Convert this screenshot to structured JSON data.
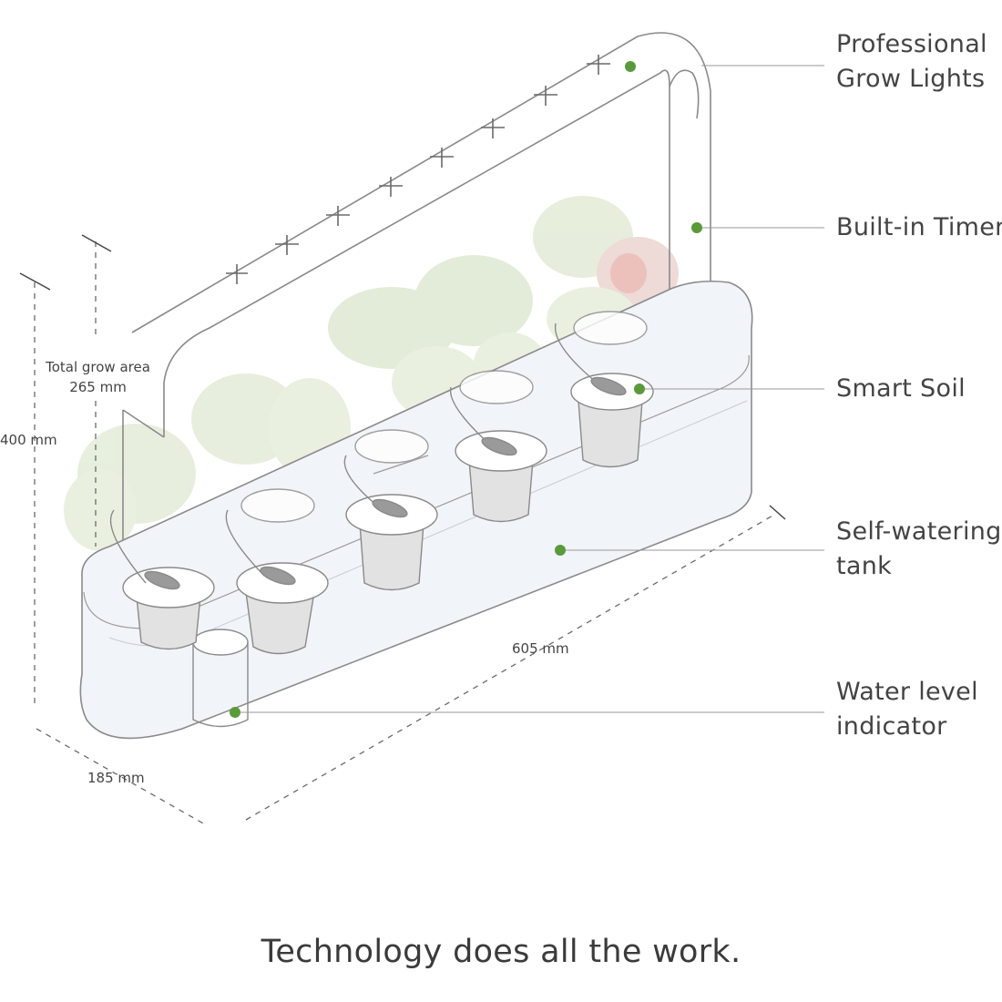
{
  "callouts": [
    {
      "id": "grow-lights",
      "lines": [
        "Professional",
        "Grow Lights"
      ]
    },
    {
      "id": "timer",
      "lines": [
        "Built-in Timer"
      ]
    },
    {
      "id": "smart-soil",
      "lines": [
        "Smart Soil"
      ]
    },
    {
      "id": "tank",
      "lines": [
        "Self-watering",
        "tank"
      ]
    },
    {
      "id": "water-level",
      "lines": [
        "Water level",
        "indicator"
      ]
    }
  ],
  "dimensions": {
    "grow_area_label": "Total grow area",
    "grow_area_value": "265 mm",
    "height": "400 mm",
    "length": "605 mm",
    "depth": "185 mm"
  },
  "tagline": "Technology does all the work.",
  "colors": {
    "callout_dot": "#5a9a3a",
    "line": "#9a9a9a",
    "foliage": "#dfe9d2",
    "foliage_dark": "#cfdcc0",
    "tomato": "#e9b7b0",
    "tank_fill": "#eef2f7"
  }
}
